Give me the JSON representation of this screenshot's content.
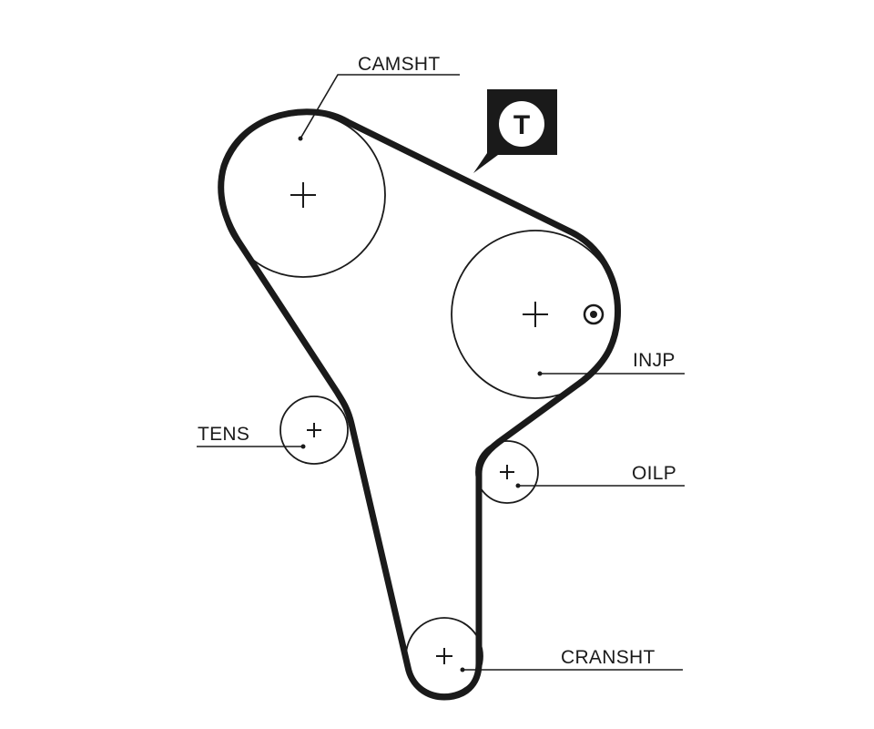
{
  "diagram": {
    "labels": {
      "camshaft": "CAMSHT",
      "injection_pump": "INJP",
      "tensioner": "TENS",
      "oil_pump": "OILP",
      "crankshaft": "CRANSHT"
    },
    "badge": "T"
  }
}
